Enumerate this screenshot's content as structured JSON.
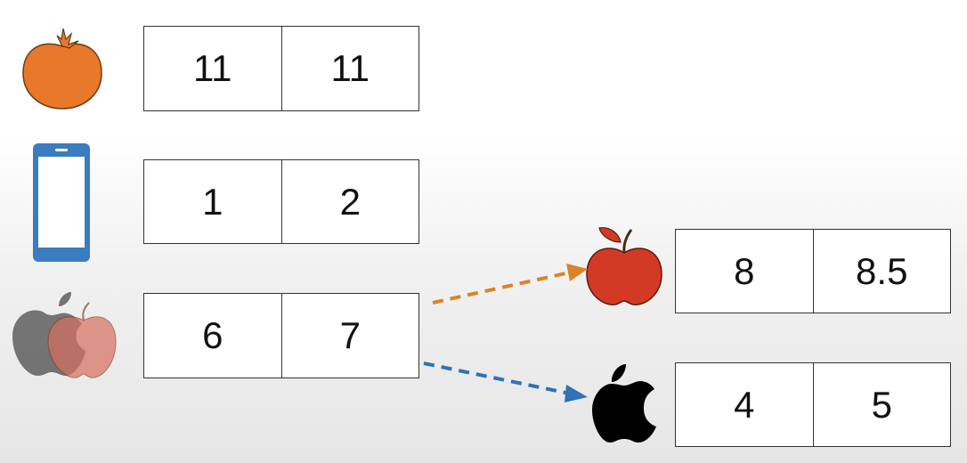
{
  "rows": [
    {
      "icon": "tomato-icon",
      "values": [
        "11",
        "11"
      ]
    },
    {
      "icon": "phone-icon",
      "values": [
        "1",
        "2"
      ]
    },
    {
      "icon": "ambiguous-apple-icon",
      "values": [
        "6",
        "7"
      ]
    }
  ],
  "outputs": [
    {
      "icon": "red-apple-fruit-icon",
      "values": [
        "8",
        "8.5"
      ],
      "arrow_color": "#d8842a"
    },
    {
      "icon": "apple-logo-icon",
      "values": [
        "4",
        "5"
      ],
      "arrow_color": "#2f72b5"
    }
  ],
  "colors": {
    "tomato": "#e8782a",
    "phone": "#3a7cc0",
    "red_apple": "#d33a26",
    "apple_logo": "#000000"
  }
}
